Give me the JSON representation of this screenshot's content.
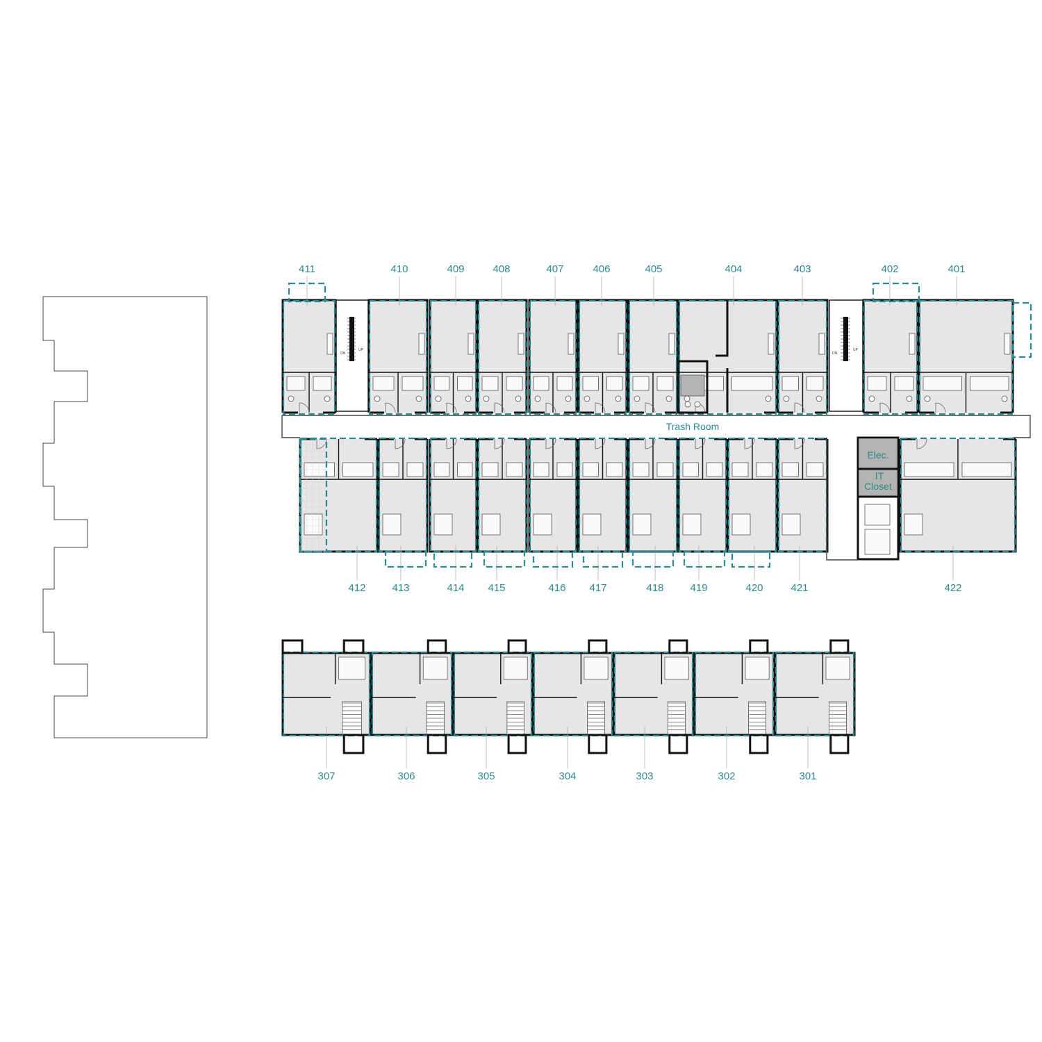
{
  "top_units": [
    "411",
    "410",
    "409",
    "408",
    "407",
    "406",
    "405",
    "404",
    "403",
    "402",
    "401"
  ],
  "middle_units": [
    "412",
    "413",
    "414",
    "415",
    "416",
    "417",
    "418",
    "419",
    "420",
    "421",
    "422"
  ],
  "bottom_units": [
    "307",
    "306",
    "305",
    "304",
    "303",
    "302",
    "301"
  ],
  "rooms": {
    "trash_room": "Trash Room",
    "elec": "Elec.",
    "it_closet_line1": "IT",
    "it_closet_line2": "Closet",
    "stair_dn": "DN",
    "stair_up": "UP"
  },
  "colors": {
    "unit_label": "#2a8a93",
    "unit_fill": "#e6e6e6",
    "dashed_boundary": "#2a8a93",
    "utility_fill": "#b3b3b3",
    "wall": "#111111"
  }
}
